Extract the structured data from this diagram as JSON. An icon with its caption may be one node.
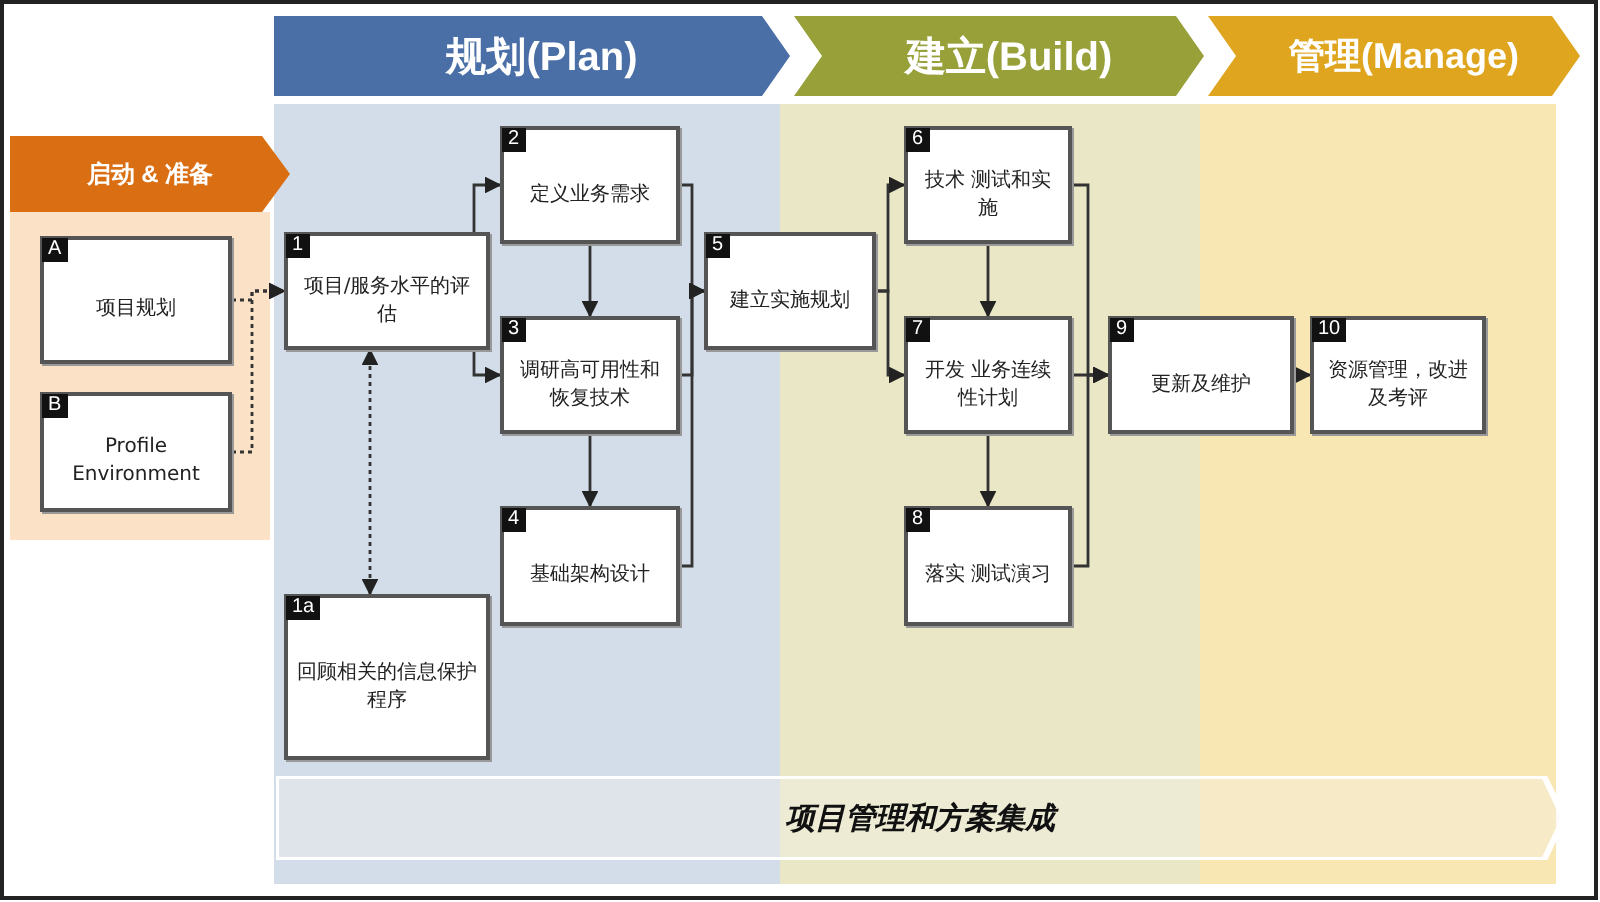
{
  "diagram": {
    "nodes": [
      {
        "text": [
          "规划(Plan)"
        ]
      },
      {
        "text": [
          "建立(Build)"
        ]
      },
      {
        "text": [
          "管理(Manage)"
        ]
      },
      {
        "text": [
          "启动 & 准备"
        ]
      },
      {
        "text": [
          "A",
          "项目规划"
        ]
      },
      {
        "text": [
          "B",
          "Profile Environment"
        ]
      },
      {
        "text": [
          "1",
          "项目/服务水平的评估"
        ]
      },
      {
        "text": [
          "2",
          "定义业务需求"
        ]
      },
      {
        "text": [
          "3",
          "调研高可用性和恢复技术"
        ]
      },
      {
        "text": [
          "4",
          "基础架构设计"
        ]
      },
      {
        "text": [
          "1a",
          "回顾相关的信息保护程序"
        ]
      },
      {
        "text": [
          "5",
          "建立实施规划"
        ]
      },
      {
        "text": [
          "6",
          "技术 测试和实施"
        ]
      },
      {
        "text": [
          "7",
          "开发 业务连续性计划"
        ]
      },
      {
        "text": [
          "8",
          "落实 测试演习"
        ]
      },
      {
        "text": [
          "9",
          "更新及维护"
        ]
      },
      {
        "text": [
          "10",
          "资源管理，改进及考评"
        ]
      },
      {
        "text": [
          "项目管理和方案集成"
        ]
      }
    ],
    "edges": [
      {
        "from": 4,
        "to": 6,
        "arrow": "to",
        "style": "dashed"
      },
      {
        "from": 5,
        "to": 6,
        "arrow": "to",
        "style": "dashed"
      },
      {
        "from": 10,
        "to": 6,
        "arrow": "both",
        "style": "dashed"
      },
      {
        "from": 6,
        "to": 7,
        "arrow": "to"
      },
      {
        "from": 6,
        "to": 8,
        "arrow": "to"
      },
      {
        "from": 7,
        "to": 8,
        "arrow": "to"
      },
      {
        "from": 8,
        "to": 9,
        "arrow": "to"
      },
      {
        "from": 7,
        "to": 11,
        "arrow": "to"
      },
      {
        "from": 8,
        "to": 11,
        "arrow": "to"
      },
      {
        "from": 9,
        "to": 11,
        "arrow": "to"
      },
      {
        "from": 11,
        "to": 12,
        "arrow": "to"
      },
      {
        "from": 11,
        "to": 13,
        "arrow": "to"
      },
      {
        "from": 12,
        "to": 13,
        "arrow": "to"
      },
      {
        "from": 13,
        "to": 14,
        "arrow": "to"
      },
      {
        "from": 12,
        "to": 15,
        "arrow": "to"
      },
      {
        "from": 13,
        "to": 15,
        "arrow": "to"
      },
      {
        "from": 14,
        "to": 15,
        "arrow": "to"
      },
      {
        "from": 15,
        "to": 16,
        "arrow": "to"
      }
    ]
  }
}
